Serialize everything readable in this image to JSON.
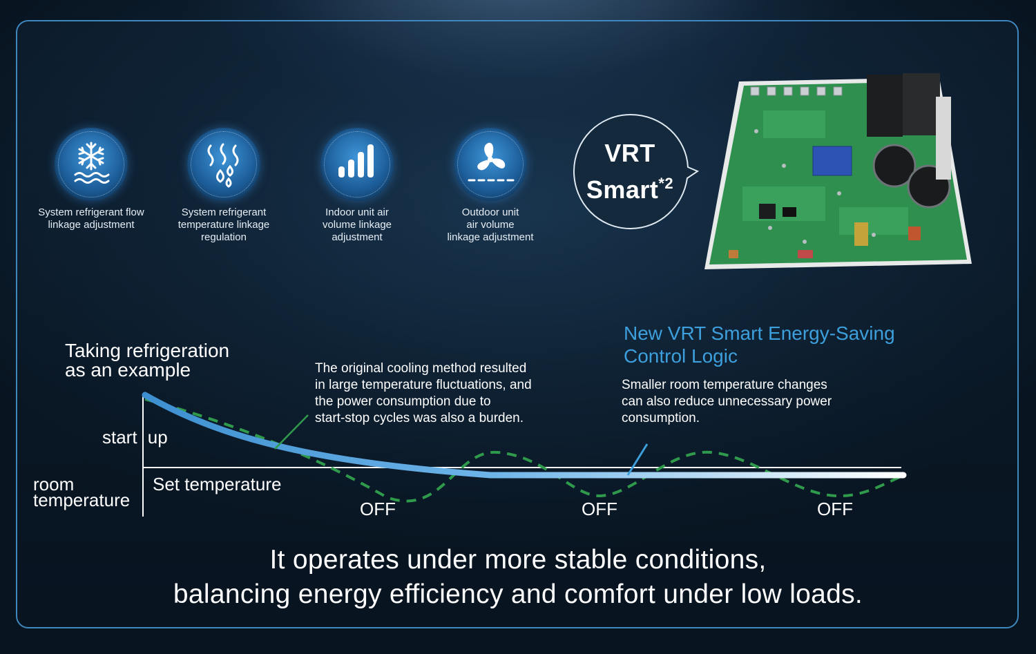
{
  "features": [
    {
      "icon": "snowflake-waves-icon",
      "label_lines": [
        "System refrigerant flow",
        "linkage adjustment"
      ]
    },
    {
      "icon": "heat-droplets-icon",
      "label_lines": [
        "System refrigerant",
        "temperature linkage",
        "regulation"
      ]
    },
    {
      "icon": "signal-bars-icon",
      "label_lines": [
        "Indoor unit air",
        "volume linkage",
        "adjustment"
      ]
    },
    {
      "icon": "fan-icon",
      "label_lines": [
        "Outdoor unit",
        "air volume",
        "linkage adjustment"
      ]
    }
  ],
  "badge": {
    "line1": "VRT",
    "line2": "Smart",
    "superscript": "*2"
  },
  "diagram": {
    "title_lines": [
      "Taking refrigeration",
      "as an example"
    ],
    "original_note_lines": [
      "The original cooling method resulted",
      "in large temperature fluctuations, and",
      "the power consumption due to",
      "start-stop cycles was also a burden."
    ],
    "smart_title_lines": [
      "New VRT Smart Energy-Saving",
      "Control Logic"
    ],
    "smart_note_lines": [
      "Smaller room temperature changes",
      "can also reduce unnecessary power",
      "consumption."
    ],
    "startup_label": "start up",
    "y_axis_label_lines": [
      "room",
      "temperature"
    ],
    "set_temp_label": "Set temperature",
    "off_labels": [
      "OFF",
      "OFF",
      "OFF"
    ]
  },
  "footer_lines": [
    "It operates under more stable conditions,",
    "balancing energy efficiency and comfort under low loads."
  ],
  "colors": {
    "panel_border": "#3f88bf",
    "accent_blue": "#3d9fdc",
    "dashed_green": "#2f9a4c",
    "smart_curve_start": "#3d8fd0",
    "smart_curve_end": "#ffffff"
  }
}
